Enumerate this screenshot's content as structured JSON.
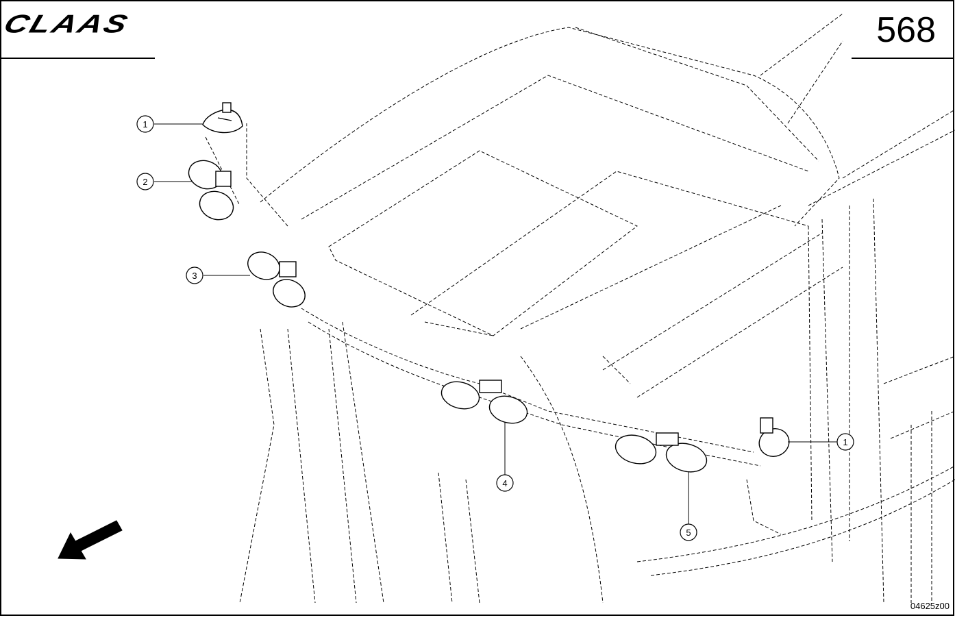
{
  "header": {
    "logo": "CLAAS",
    "page_number": "568"
  },
  "footer": {
    "drawing_id": "04625z00"
  },
  "callouts": [
    {
      "label": "1"
    },
    {
      "label": "2"
    },
    {
      "label": "3"
    },
    {
      "label": "4"
    },
    {
      "label": "5"
    },
    {
      "label": "1"
    }
  ],
  "icons": {
    "direction_arrow": "arrow-down-left-icon"
  }
}
